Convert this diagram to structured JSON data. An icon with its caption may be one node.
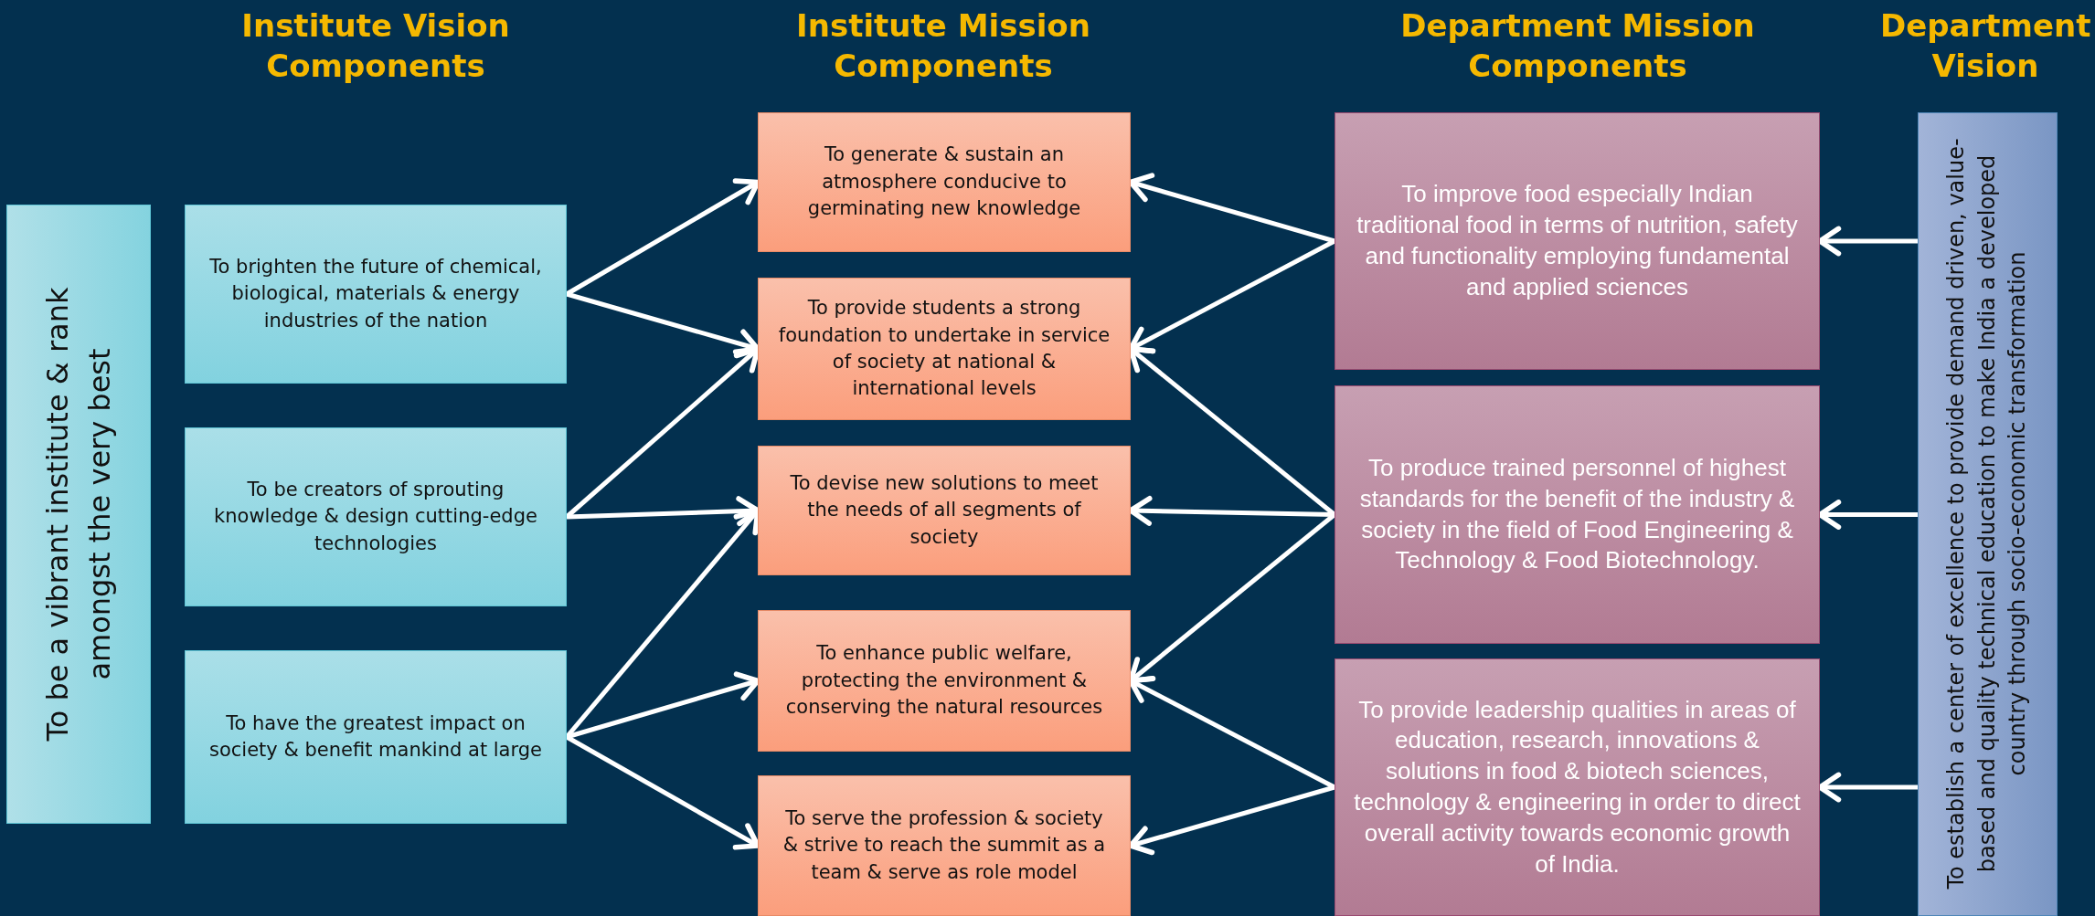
{
  "diagram": {
    "nodes": [
      {
        "text": [
          "To be a vibrant institute & rank amongst the very best"
        ]
      },
      {
        "text": [
          "To brighten the future of chemical, biological, materials & energy industries of the nation"
        ]
      },
      {
        "text": [
          "To be creators of sprouting knowledge & design cutting-edge technologies"
        ]
      },
      {
        "text": [
          "To have the greatest impact on society & benefit mankind at large"
        ]
      },
      {
        "text": [
          "To generate & sustain an atmosphere conducive to germinating new knowledge"
        ]
      },
      {
        "text": [
          "To provide students a strong foundation to undertake in service of society at national & international levels"
        ]
      },
      {
        "text": [
          "To devise new solutions to meet the needs of all segments of society"
        ]
      },
      {
        "text": [
          "To enhance public welfare, protecting the environment & conserving the natural resources"
        ]
      },
      {
        "text": [
          "To serve the profession & society & strive to reach the summit as a team & serve as role model"
        ]
      },
      {
        "text": [
          "To improve food especially Indian traditional food in terms of nutrition, safety and functionality employing fundamental and applied sciences"
        ]
      },
      {
        "text": [
          "To produce trained personnel of highest standards for the benefit of the industry & society in the field of Food Engineering & Technology & Food Biotechnology."
        ]
      },
      {
        "text": [
          "To provide leadership qualities in areas of education, research, innovations & solutions in food & biotech sciences, technology & engineering in order to direct overall activity towards economic growth of India."
        ]
      },
      {
        "text": [
          "To establish a center of excellence to provide demand driven, value-based and quality technical education to make India a developed country through socio-economic transformation"
        ]
      }
    ],
    "edges": [
      {
        "from": 1,
        "to": 4,
        "arrow": "to"
      },
      {
        "from": 1,
        "to": 5,
        "arrow": "to"
      },
      {
        "from": 2,
        "to": 5,
        "arrow": "to"
      },
      {
        "from": 2,
        "to": 6,
        "arrow": "to"
      },
      {
        "from": 3,
        "to": 6,
        "arrow": "to"
      },
      {
        "from": 3,
        "to": 7,
        "arrow": "to"
      },
      {
        "from": 3,
        "to": 8,
        "arrow": "to"
      },
      {
        "from": 9,
        "to": 4,
        "arrow": "to"
      },
      {
        "from": 9,
        "to": 5,
        "arrow": "to"
      },
      {
        "from": 10,
        "to": 5,
        "arrow": "to"
      },
      {
        "from": 10,
        "to": 6,
        "arrow": "to"
      },
      {
        "from": 10,
        "to": 7,
        "arrow": "to"
      },
      {
        "from": 11,
        "to": 7,
        "arrow": "to"
      },
      {
        "from": 11,
        "to": 8,
        "arrow": "to"
      },
      {
        "from": 12,
        "to": 9,
        "arrow": "to"
      },
      {
        "from": 12,
        "to": 10,
        "arrow": "to"
      },
      {
        "from": 12,
        "to": 11,
        "arrow": "to"
      }
    ],
    "labels": [
      "Institute Vision Components",
      "Institute Mission Components",
      "Department Mission Components",
      "Department Vision"
    ]
  }
}
